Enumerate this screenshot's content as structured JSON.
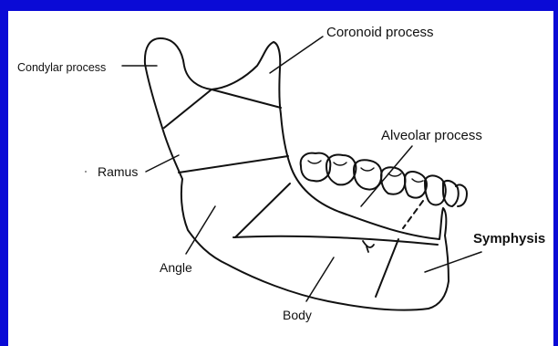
{
  "labels": {
    "condylar": "Condylar process",
    "coronoid": "Coronoid process",
    "alveolar": "Alveolar process",
    "ramus": "Ramus",
    "angle": "Angle",
    "body": "Body",
    "symphysis": "Symphysis"
  },
  "colors": {
    "frame": "#0a0ad6",
    "ink": "#111111",
    "background": "#ffffff"
  }
}
